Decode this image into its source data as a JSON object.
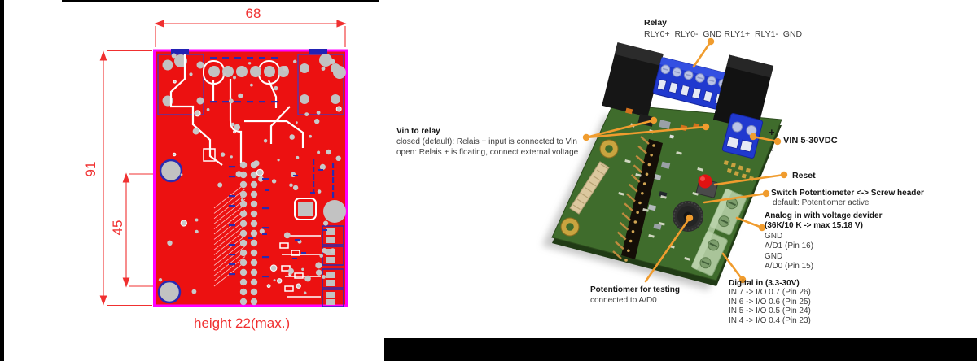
{
  "left_panel": {
    "dim_width": "68",
    "dim_height": "91",
    "dim_inner": "45",
    "caption": "height 22(max.)"
  },
  "right_panel": {
    "relay": {
      "title": "Relay",
      "pins": "RLY0+  RLY0-  GND RLY1+  RLY1-  GND"
    },
    "vin_to_relay": {
      "title": "Vin to relay",
      "line1": "closed (default): Relais + input is connected to Vin",
      "line2": "open: Relais + is floating, connect external voltage"
    },
    "vin_power": {
      "plus": "+",
      "label": "VIN 5-30VDC",
      "minus": "-"
    },
    "reset": {
      "label": "Reset"
    },
    "switch_pot": {
      "title": "Switch Potentiometer <-> Screw header",
      "subtitle": "default: Potentiomer active"
    },
    "analog_in": {
      "title": "Analog in with voltage devider",
      "subtitle": "(36K/10 K -> max 15.18 V)",
      "rows": [
        "GND",
        "A/D1 (Pin 16)",
        "GND",
        "A/D0 (Pin 15)"
      ]
    },
    "digital_in": {
      "title": "Digital in (3.3-30V)",
      "rows": [
        "IN 7 -> I/O 0.7 (Pin 26)",
        "IN 6 -> I/O 0.6 (Pin 25)",
        "IN 5 -> I/O 0.5 (Pin 24)",
        "IN 4 -> I/O 0.4 (Pin 23)"
      ]
    },
    "pot_testing": {
      "title": "Potentiomer for testing",
      "subtitle": "connected to A/D0"
    }
  },
  "colors": {
    "accent_orange": "#f09c2e",
    "pcb_red": "#ec1111",
    "pcb_border_magenta": "#ff00ff",
    "pcb_navy": "#2a2ab0",
    "board_green": "#3f6c2c",
    "terminal_blue": "#2039cf",
    "dimension_red": "#f03030",
    "label_black": "#161616"
  }
}
